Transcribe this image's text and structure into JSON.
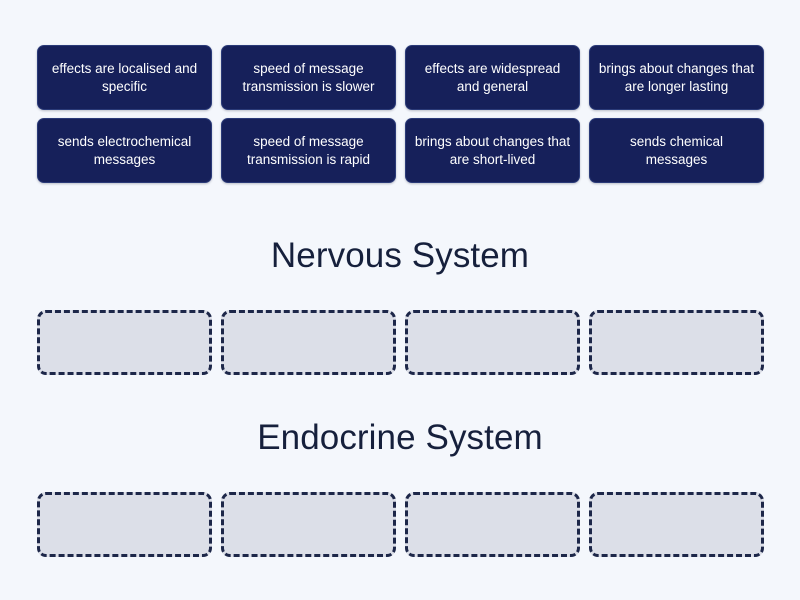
{
  "activity": {
    "type": "group-sort",
    "background_color": "#f4f7fc",
    "tile_color": "#16205a",
    "tile_text_color": "#ffffff",
    "slot_fill_color": "#dcdfe8",
    "slot_border_color": "#1d2749",
    "heading_color": "#16203c"
  },
  "tiles": [
    {
      "label": "effects are localised and specific"
    },
    {
      "label": "speed of message transmission is slower"
    },
    {
      "label": "effects are widespread and general"
    },
    {
      "label": "brings about changes that are longer lasting"
    },
    {
      "label": "sends electrochemical messages"
    },
    {
      "label": "speed of message transmission is rapid"
    },
    {
      "label": "brings about changes that are short-lived"
    },
    {
      "label": "sends chemical messages"
    }
  ],
  "groups": [
    {
      "title": "Nervous System",
      "slots": [
        {
          "value": ""
        },
        {
          "value": ""
        },
        {
          "value": ""
        },
        {
          "value": ""
        }
      ]
    },
    {
      "title": "Endocrine System",
      "slots": [
        {
          "value": ""
        },
        {
          "value": ""
        },
        {
          "value": ""
        },
        {
          "value": ""
        }
      ]
    }
  ]
}
